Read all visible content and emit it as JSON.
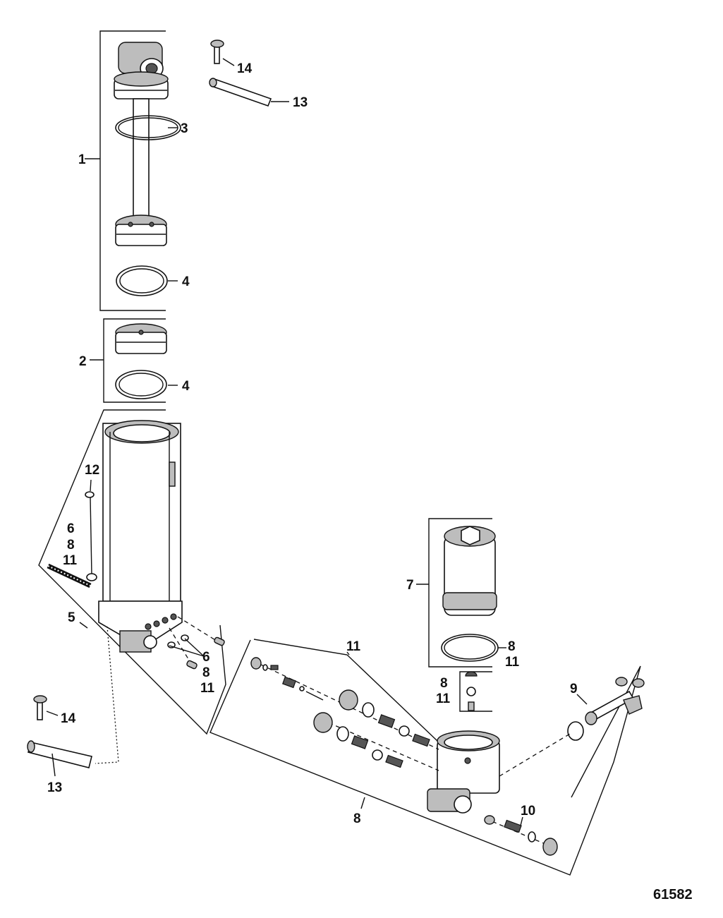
{
  "figure_number": "61582",
  "callouts": {
    "c1": "1",
    "c2": "2",
    "c3": "3",
    "c4a": "4",
    "c4b": "4",
    "c5": "5",
    "c6a": "6",
    "c6b": "6",
    "c7": "7",
    "c8a": "8",
    "c8b": "8",
    "c8c": "8",
    "c8d": "8",
    "c8e": "8",
    "c9": "9",
    "c10": "10",
    "c11a": "11",
    "c11b": "11",
    "c11c": "11",
    "c11d": "11",
    "c11e": "11",
    "c12": "12",
    "c13a": "13",
    "c13b": "13",
    "c14a": "14",
    "c14b": "14"
  }
}
